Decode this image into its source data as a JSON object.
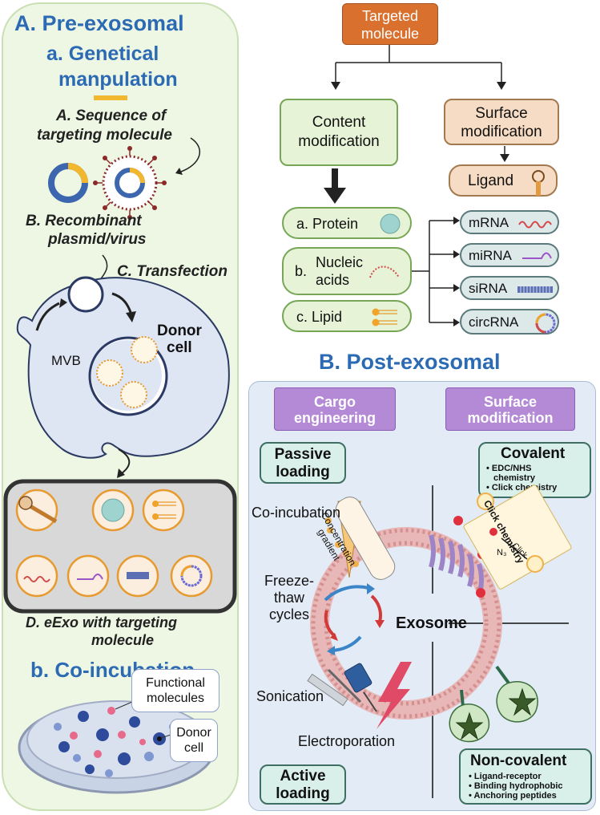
{
  "panel_a": {
    "title": "A. Pre-exosomal",
    "sub_a_line1": "a. Genetical",
    "sub_a_line2": "manpulation",
    "step_a_line1": "A. Sequence of",
    "step_a_line2": "targeting molecule",
    "step_b_line1": "B. Recombinant",
    "step_b_line2": "plasmid/virus",
    "step_c": "C. Transfection",
    "donor_line1": "Donor",
    "donor_line2": "cell",
    "mvb": "MVB",
    "step_d_line1": "D. eExo with targeting",
    "step_d_line2": "molecule",
    "sub_b": "b. Co-incubation",
    "functional_line1": "Functional",
    "functional_line2": "molecules",
    "dish_donor_line1": "Donor",
    "dish_donor_line2": "cell"
  },
  "flow": {
    "targeted_line1": "Targeted",
    "targeted_line2": "molecule",
    "content_line1": "Content",
    "content_line2": "modification",
    "surface_line1": "Surface",
    "surface_line2": "modification",
    "ligand": "Ligand",
    "protein": "a. Protein",
    "nucleic_b": "b.",
    "nucleic_line1": "Nucleic",
    "nucleic_line2": "acids",
    "lipid": "c. Lipid",
    "rna": [
      "mRNA",
      "miRNA",
      "siRNA",
      "circRNA"
    ]
  },
  "panel_b": {
    "title": "B. Post-exosomal",
    "cargo_line1": "Cargo",
    "cargo_line2": "engineering",
    "surface_line1": "Surface",
    "surface_line2": "modification",
    "passive_line1": "Passive",
    "passive_line2": "loading",
    "covalent": "Covalent",
    "covalent_items": [
      "EDC/NHS",
      "chemistry",
      "Click chemistry"
    ],
    "coincubation": "Co-incubation",
    "concentration_line1": "Concentration",
    "concentration_line2": "gradient",
    "click_label": "Click chemistry",
    "click_small": "Click",
    "azide": "N₃",
    "freeze_line1": "Freeze-",
    "freeze_line2": "thaw",
    "freeze_line3": "cycles",
    "exosome": "Exosome",
    "sonication": "Sonication",
    "electroporation": "Electroporation",
    "active_line1": "Active",
    "active_line2": "loading",
    "noncovalent": "Non-covalent",
    "noncovalent_items": [
      "Ligand-receptor",
      "Binding hydrophobic",
      "Anchoring peptides"
    ]
  },
  "colors": {
    "heading_blue": "#2c6bb4",
    "accent_orange": "#d9702e",
    "green_border": "#77a657",
    "purple_header": "#b489d6",
    "teal_border": "#3e6f63"
  }
}
